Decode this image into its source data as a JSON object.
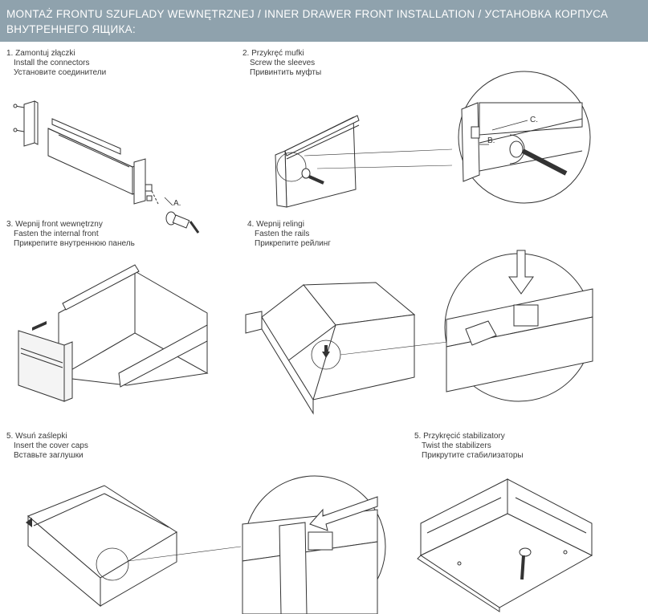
{
  "header": {
    "line1": "MONTAŻ FRONTU SZUFLADY WEWNĘTRZNEJ / INNER DRAWER FRONT INSTALLATION / УСТАНОВКА КОРПУСА",
    "line2": "ВНУТРЕННЕГО ЯЩИКА:"
  },
  "steps": [
    {
      "pl": "1. Zamontuj złączki",
      "en": "Install the connectors",
      "ru": "Установите соединители"
    },
    {
      "pl": "2. Przykręć mufki",
      "en": "Screw the sleeves",
      "ru": "Привинтить муфты"
    },
    {
      "pl": "3. Wepnij front wewnętrzny",
      "en": "Fasten the internal front",
      "ru": "Прикрепите внутреннюю панель"
    },
    {
      "pl": "4. Wepnij relingi",
      "en": "Fasten the rails",
      "ru": "Прикрепите рейлинг"
    },
    {
      "pl": "5. Wsuń zaślepki",
      "en": "Insert the cover caps",
      "ru": "Вставьте заглушки"
    },
    {
      "pl": "5. Przykręcić stabilizatory",
      "en": "Twist the stabilizers",
      "ru": "Прикрутите стабилизаторы"
    }
  ],
  "callouts": {
    "a": "A.",
    "b": "B.",
    "c": "C."
  }
}
